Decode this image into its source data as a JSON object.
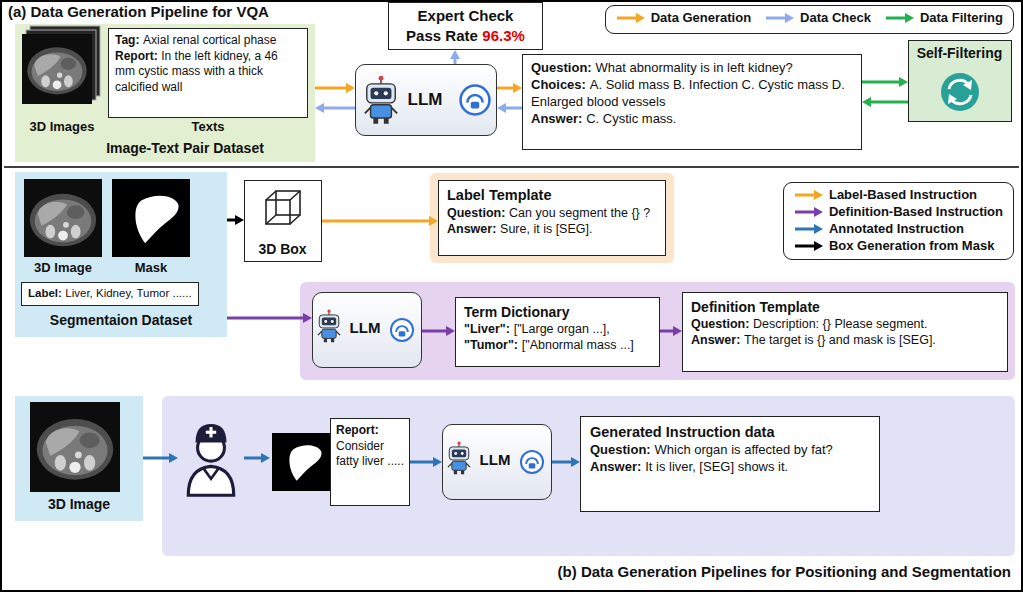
{
  "diagram": {
    "nodes": [
      {
        "text": [
          "3D Images",
          "Texts",
          "Image-Text Pair Dataset"
        ]
      },
      {
        "text": [
          "Tag:",
          "Axial renal cortical phase",
          "Report:",
          "In the left kidney, a 46 mm cystic mass with a thick calcified wall"
        ],
        "in": 0
      },
      {
        "text": [
          "Expert Check",
          "Pass Rate",
          "96.3%"
        ]
      },
      {
        "text": [
          "LLM"
        ]
      },
      {
        "text": [
          "Question:",
          "What abnormality is in left kidney?",
          "Choices:",
          "A. Solid mass B. Infection C. Cystic mass D. Enlarged blood vessels",
          "Answer:",
          "C. Cystic mass."
        ]
      },
      {
        "text": [
          "Self-Filtering"
        ]
      },
      {
        "text": [
          "3D Image",
          "Mask",
          "Segmentaion Dataset"
        ]
      },
      {
        "text": [
          "Label:",
          "Liver, Kidney, Tumor ......"
        ],
        "in": 6
      },
      {
        "text": [
          "3D Box"
        ]
      },
      {
        "text": [
          "Label Template",
          "Question:",
          "Can you segment the {} ?",
          "Answer:",
          "Sure, it is [SEG]."
        ]
      },
      {
        "text": [
          "LLM"
        ]
      },
      {
        "text": [
          "Term Dictionary",
          "\"Liver\":",
          "[\"Large organ ...],",
          "\"Tumor\":",
          "[\"Abnormal mass ...]"
        ]
      },
      {
        "text": [
          "Definition Template",
          "Question:",
          "Description: {} Please segment.",
          "Answer:",
          "The target is {} and mask is [SEG]."
        ]
      },
      {
        "text": [
          "3D Image"
        ]
      },
      {
        "text": [
          "Report:",
          "Consider fatty liver ....."
        ]
      },
      {
        "text": [
          "LLM"
        ]
      },
      {
        "text": [
          "Generated Instruction data",
          "Question:",
          "Which organ is affected by fat?",
          "Answer:",
          "It is liver, [SEG] shows it."
        ]
      }
    ],
    "edges": [
      {
        "from": 0,
        "to": 3,
        "arrow": "to"
      },
      {
        "from": 3,
        "to": 0,
        "arrow": "to"
      },
      {
        "from": 3,
        "to": 4,
        "arrow": "to"
      },
      {
        "from": 4,
        "to": 3,
        "arrow": "to"
      },
      {
        "from": 3,
        "to": 2,
        "arrow": "to"
      },
      {
        "from": 4,
        "to": 5,
        "arrow": "to"
      },
      {
        "from": 5,
        "to": 4,
        "arrow": "to"
      },
      {
        "from": 6,
        "to": 8,
        "arrow": "to"
      },
      {
        "from": 8,
        "to": 9,
        "arrow": "to"
      },
      {
        "from": 6,
        "to": 10,
        "arrow": "to"
      },
      {
        "from": 10,
        "to": 11,
        "arrow": "to"
      },
      {
        "from": 11,
        "to": 12,
        "arrow": "to"
      },
      {
        "from": 14,
        "to": 15,
        "arrow": "to"
      },
      {
        "from": 15,
        "to": 16,
        "arrow": "to"
      }
    ],
    "labels": [
      "(a) Data Generation Pipeline for VQA",
      "(b) Data Generation Pipelines for Positioning and Segmentation"
    ],
    "legend": [
      {
        "text": "Data Generation",
        "color": "#f5a623"
      },
      {
        "text": "Data Check",
        "color": "#8ea9f0"
      },
      {
        "text": "Data Filtering",
        "color": "#22b14c"
      },
      {
        "text": "Label-Based Instruction",
        "color": "#f5a623"
      },
      {
        "text": "Definition-Based Instruction",
        "color": "#7a3fa6"
      },
      {
        "text": "Annotated Instruction",
        "color": "#2e75b6"
      },
      {
        "text": "Box Generation from Mask",
        "color": "#000000"
      }
    ]
  }
}
